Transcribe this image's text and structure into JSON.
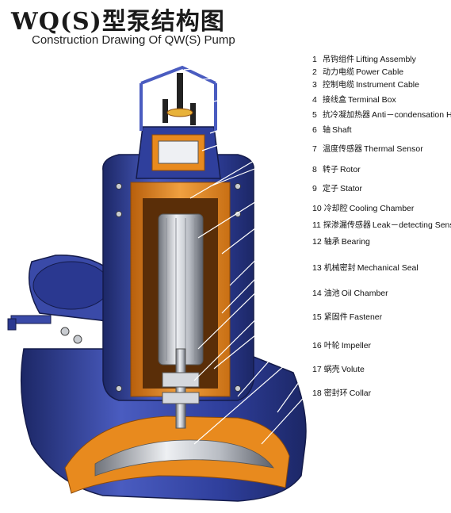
{
  "title": "WQ(S)型泵结构图",
  "subtitle": "Construction Drawing Of QW(S) Pump",
  "colors": {
    "casing": "#2f3f9c",
    "casing_dark": "#1c2766",
    "casing_light": "#5a6cc8",
    "insulation": "#e88a1e",
    "insulation_dark": "#b85f0c",
    "steel": "#c9ccd1",
    "steel_dark": "#7d8189",
    "leader": "#ffffff",
    "text": "#111111"
  },
  "parts": [
    {
      "num": "1",
      "zh": "吊钩组件",
      "en": "Lifting Assembly"
    },
    {
      "num": "2",
      "zh": "动力电缆",
      "en": "Power Cable"
    },
    {
      "num": "3",
      "zh": "控制电缆",
      "en": "Instrument Cable"
    },
    {
      "num": "4",
      "zh": "接线盒",
      "en": "Terminal Box"
    },
    {
      "num": "5",
      "zh": "抗冷凝加热器",
      "en": "Anti－condensation Heater"
    },
    {
      "num": "6",
      "zh": "轴",
      "en": "Shaft"
    },
    {
      "num": "7",
      "zh": "温度传感器",
      "en": "Thermal Sensor"
    },
    {
      "num": "8",
      "zh": "转子",
      "en": "Rotor"
    },
    {
      "num": "9",
      "zh": "定子",
      "en": "Stator"
    },
    {
      "num": "10",
      "zh": "冷却腔",
      "en": "Cooling Chamber"
    },
    {
      "num": "11",
      "zh": "探渗漏传感器",
      "en": "Leak－detecting Sensor"
    },
    {
      "num": "12",
      "zh": "轴承",
      "en": "Bearing"
    },
    {
      "num": "13",
      "zh": "机械密封",
      "en": "Mechanical Seal"
    },
    {
      "num": "14",
      "zh": "油池",
      "en": "Oil Chamber"
    },
    {
      "num": "15",
      "zh": "紧固件",
      "en": "Fastener"
    },
    {
      "num": "16",
      "zh": "叶轮",
      "en": "Impeller"
    },
    {
      "num": "17",
      "zh": "蜗壳",
      "en": "Volute"
    },
    {
      "num": "18",
      "zh": "密封环",
      "en": "Collar"
    }
  ]
}
